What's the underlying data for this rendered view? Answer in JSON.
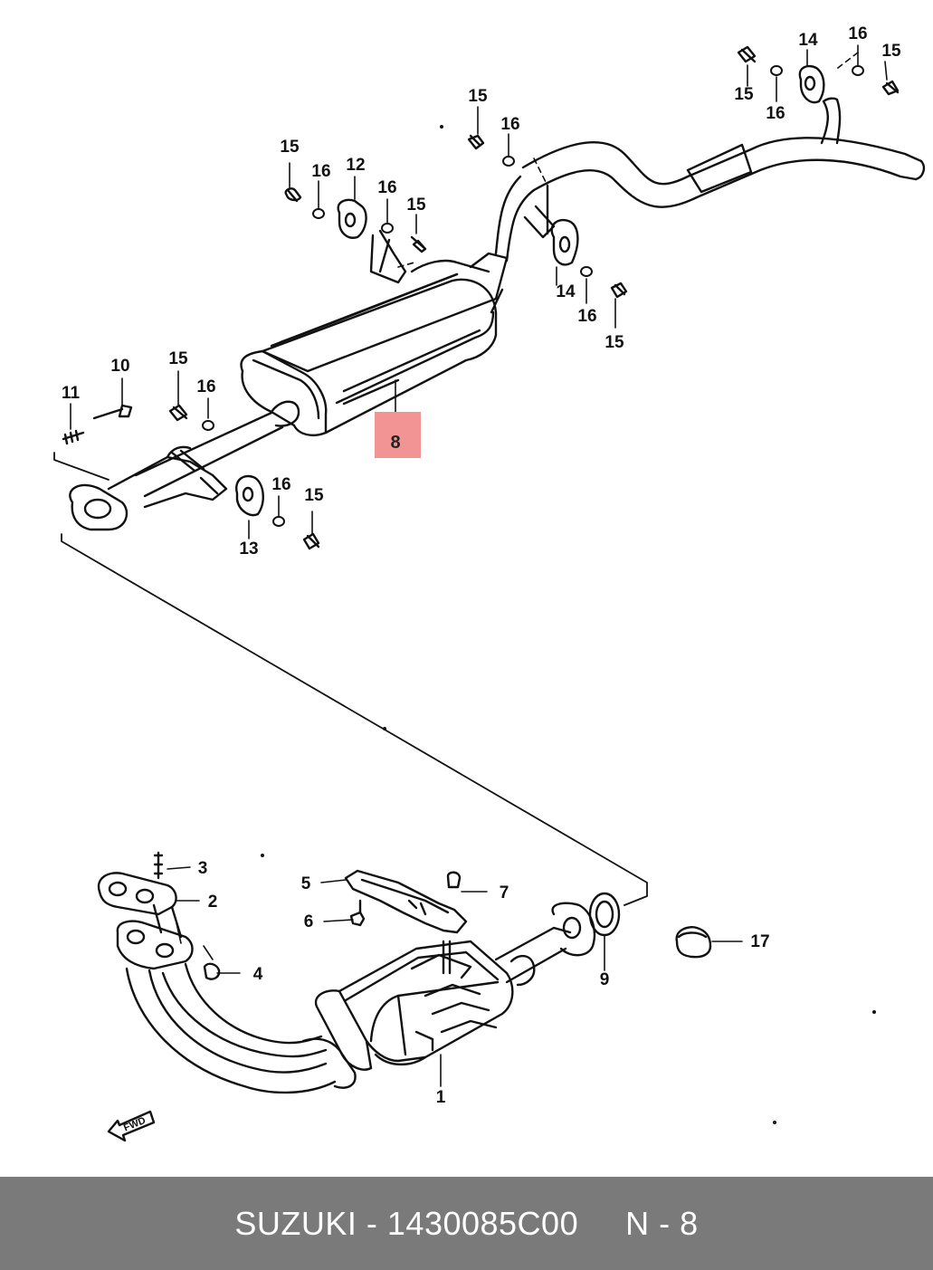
{
  "diagram": {
    "highlighted_part": "8",
    "fwd_label": "FWD",
    "callouts": {
      "c1": "1",
      "c2": "2",
      "c3": "3",
      "c4": "4",
      "c5": "5",
      "c6": "6",
      "c7": "7",
      "c9": "9",
      "c10": "10",
      "c11": "11",
      "c12": "12",
      "c13": "13",
      "c14a": "14",
      "c14b": "14",
      "c15a": "15",
      "c15b": "15",
      "c15c": "15",
      "c15d": "15",
      "c15e": "15",
      "c15f": "15",
      "c15g": "15",
      "c16a": "16",
      "c16b": "16",
      "c16c": "16",
      "c16d": "16",
      "c16e": "16",
      "c16f": "16",
      "c16g": "16",
      "c17": "17"
    }
  },
  "footer": {
    "brand_part": "SUZUKI - 1430085C00",
    "page_ref": "N - 8"
  },
  "colors": {
    "highlight": "#f29494",
    "footer_bg": "#7a7a7a",
    "footer_text": "#ffffff",
    "line": "#111111"
  }
}
